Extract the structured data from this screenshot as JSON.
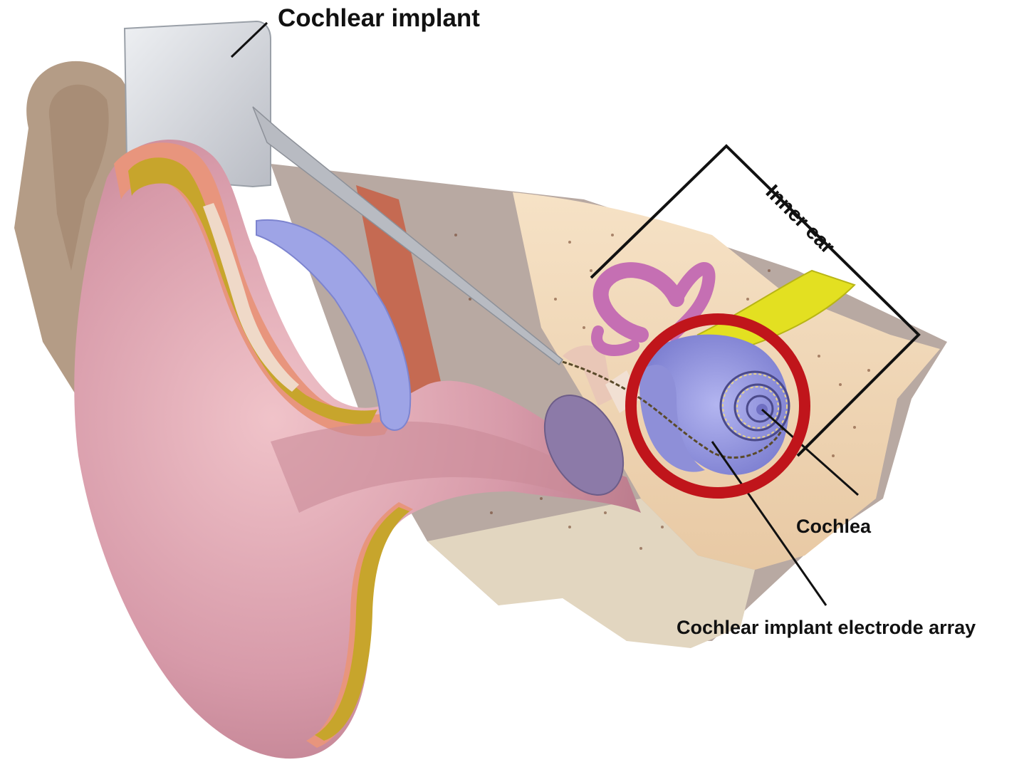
{
  "labels": {
    "cochlear_implant": "Cochlear implant",
    "inner_ear": "Inner ear",
    "cochlea": "Cochlea",
    "electrode_array": "Cochlear implant electrode array"
  },
  "colors": {
    "highlight_circle": "#c0151b",
    "skin": "#d99aa8",
    "cartilage_fat": "#c9a62a",
    "bone": "#f2d7b4",
    "cochlea": "#8f90dc",
    "semicircular_canals": "#c86fb4",
    "nerve": "#e3e021",
    "implant_device": "#d7d9de",
    "label_text": "#111111"
  }
}
